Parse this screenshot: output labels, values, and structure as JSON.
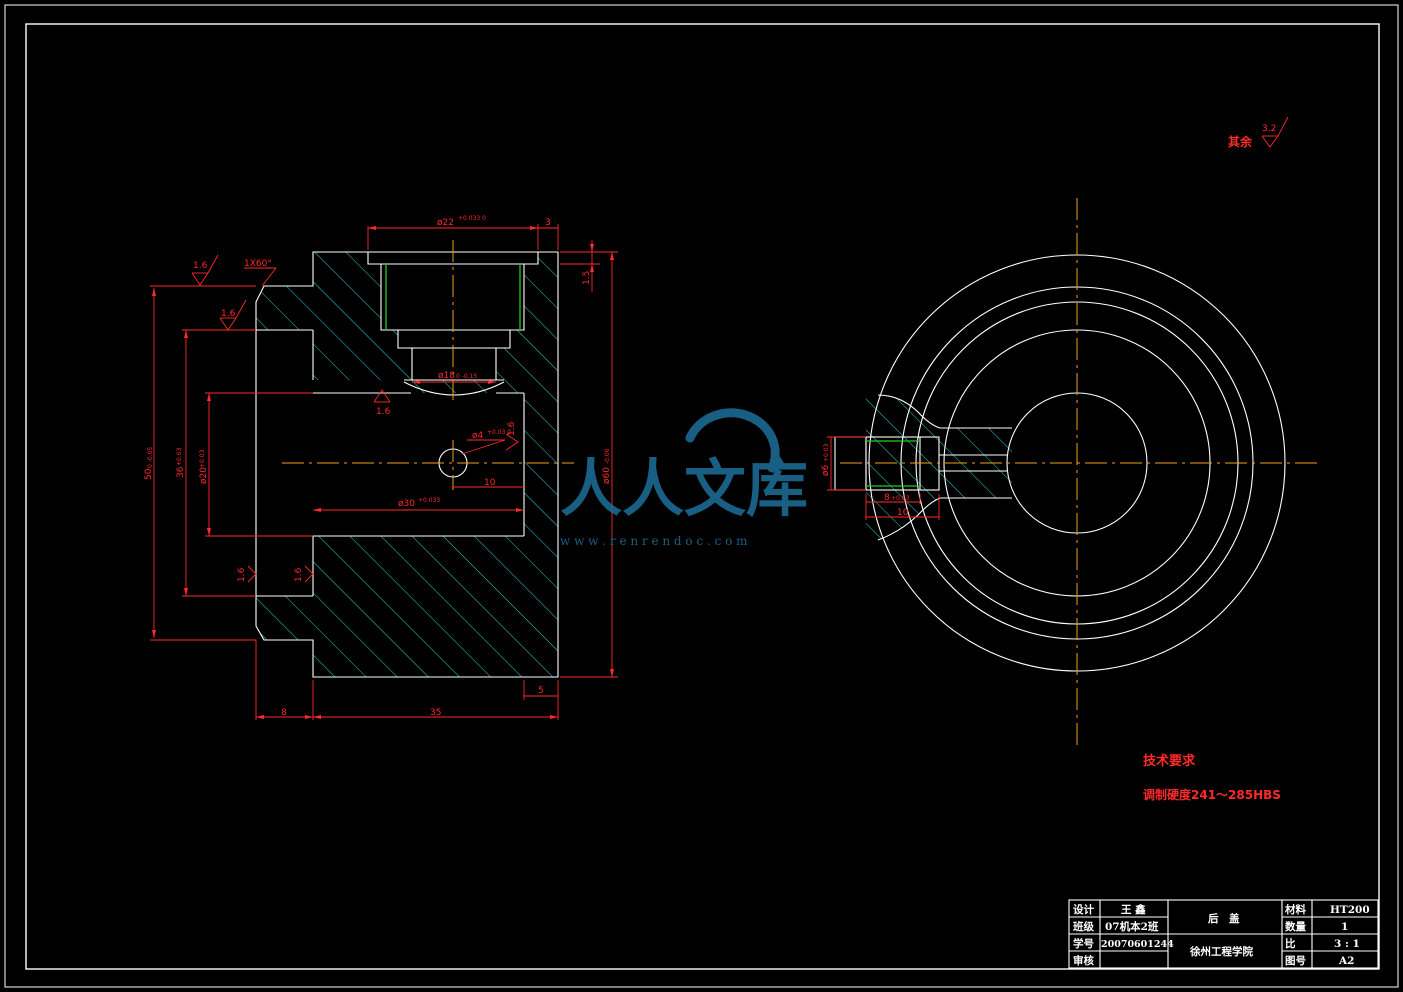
{
  "surface_finish": {
    "rest_label": "其余",
    "rest_value": "3.2",
    "left_chamfer_face": "1.6",
    "left_bore": "1.6",
    "bore_bottom": "1.6",
    "small_hole": "1.6",
    "left_face_a": "1.6",
    "left_face_b": "1.6"
  },
  "dimensions": {
    "chamfer": "1X60°",
    "d22_top": "ø22",
    "d22_tol": "+0.033 0",
    "w3": "3",
    "h15": "1.5",
    "d18": "ø18",
    "d18_tol": "0 -0.15",
    "d4": "ø4",
    "d4_tol": "+0.03 0",
    "l10_left": "10",
    "d30": "ø30",
    "d30_tol": "+0.033",
    "d50": "50",
    "d50_tol": "0 -0.05",
    "d36": "36",
    "d36_tol": "+0.03",
    "d20": "ø20",
    "d20_tol": "+0.03",
    "d60": "ø60",
    "d60_tol": "-0.06",
    "l8": "8",
    "l35": "35",
    "l5": "5",
    "d6_right": "ø6",
    "d6_tol": "+0.03",
    "d8_right": "8",
    "d8_tol": "+0.03",
    "l10_right": "10"
  },
  "tech_req": {
    "title": "技术要求",
    "line1": "调制硬度241～285HBS"
  },
  "title_block": {
    "design_label": "设计",
    "design_value": "王 鑫",
    "class_label": "班级",
    "class_value": "07机本2班",
    "id_label": "学号",
    "id_value": "20070601244",
    "review_label": "审核",
    "review_value": "",
    "part_name": "后　盖",
    "school": "徐州工程学院",
    "material_label": "材料",
    "material_value": "HT200",
    "qty_label": "数量",
    "qty_value": "1",
    "scale_label": "比",
    "scale_value": "3 : 1",
    "sheet_label": "图号",
    "sheet_value": "A2"
  },
  "watermark": {
    "brand": "人人文库",
    "url": "w w w . r e n r e n d o c . c o m"
  },
  "colors": {
    "background": "#000000",
    "outline": "#ffffff",
    "dimension": "#ff2a2a",
    "hatch": "#2fd0d0",
    "centerline": "#f0a020",
    "thread": "#22cc22",
    "watermark": "#1e6f9a"
  }
}
